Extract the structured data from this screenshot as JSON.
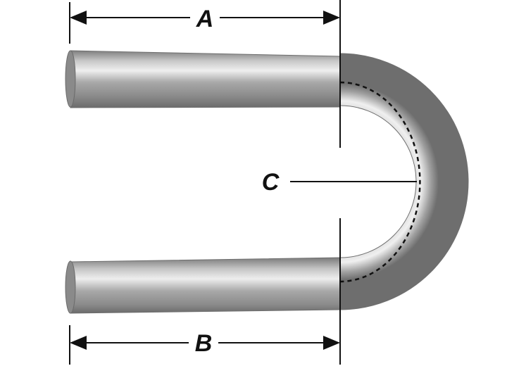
{
  "labels": {
    "a": "A",
    "b": "B",
    "c": "C"
  },
  "colors": {
    "tube_dark": "#8f8f8f",
    "tube_mid": "#b9b9b9",
    "tube_light": "#e9e9e9",
    "tube_edge": "#6f6f6f",
    "line": "#111111"
  }
}
